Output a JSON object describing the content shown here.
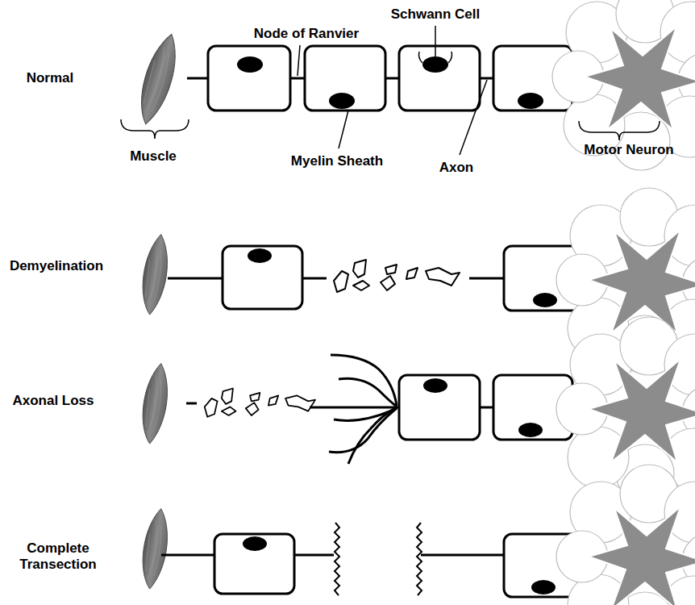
{
  "diagram": {
    "labels": [
      "Normal",
      "Node of Ranvier",
      "Schwann Cell",
      "Muscle",
      "Myelin Sheath",
      "Axon",
      "Motor Neuron",
      "Demyelination",
      "Axonal Loss",
      "Complete Transection"
    ]
  }
}
